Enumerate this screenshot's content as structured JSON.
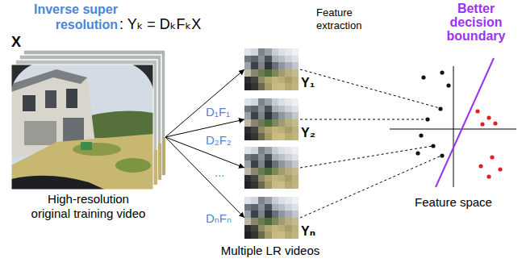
{
  "diagram": {
    "nodes": [
      {
        "text": [
          "X",
          "High-resolution original training video"
        ]
      },
      {
        "text": [
          "Y₁"
        ]
      },
      {
        "text": [
          "Y₂"
        ]
      },
      {
        "text": [
          "Yₙ"
        ]
      },
      {
        "text": [
          "Feature space"
        ]
      }
    ],
    "edges": [
      {
        "from": 0,
        "to": 1,
        "arrow": "to",
        "label": "D₁F₁"
      },
      {
        "from": 0,
        "to": 2,
        "arrow": "to",
        "label": "D₂F₂"
      },
      {
        "from": 0,
        "to": 3,
        "arrow": "to",
        "label": "DₙFₙ"
      }
    ],
    "labels": [
      "Inverse super resolution",
      ": Yₖ = DₖFₖX",
      "...",
      "Feature extraction",
      "Better decision boundary",
      "Multiple LR videos"
    ]
  }
}
